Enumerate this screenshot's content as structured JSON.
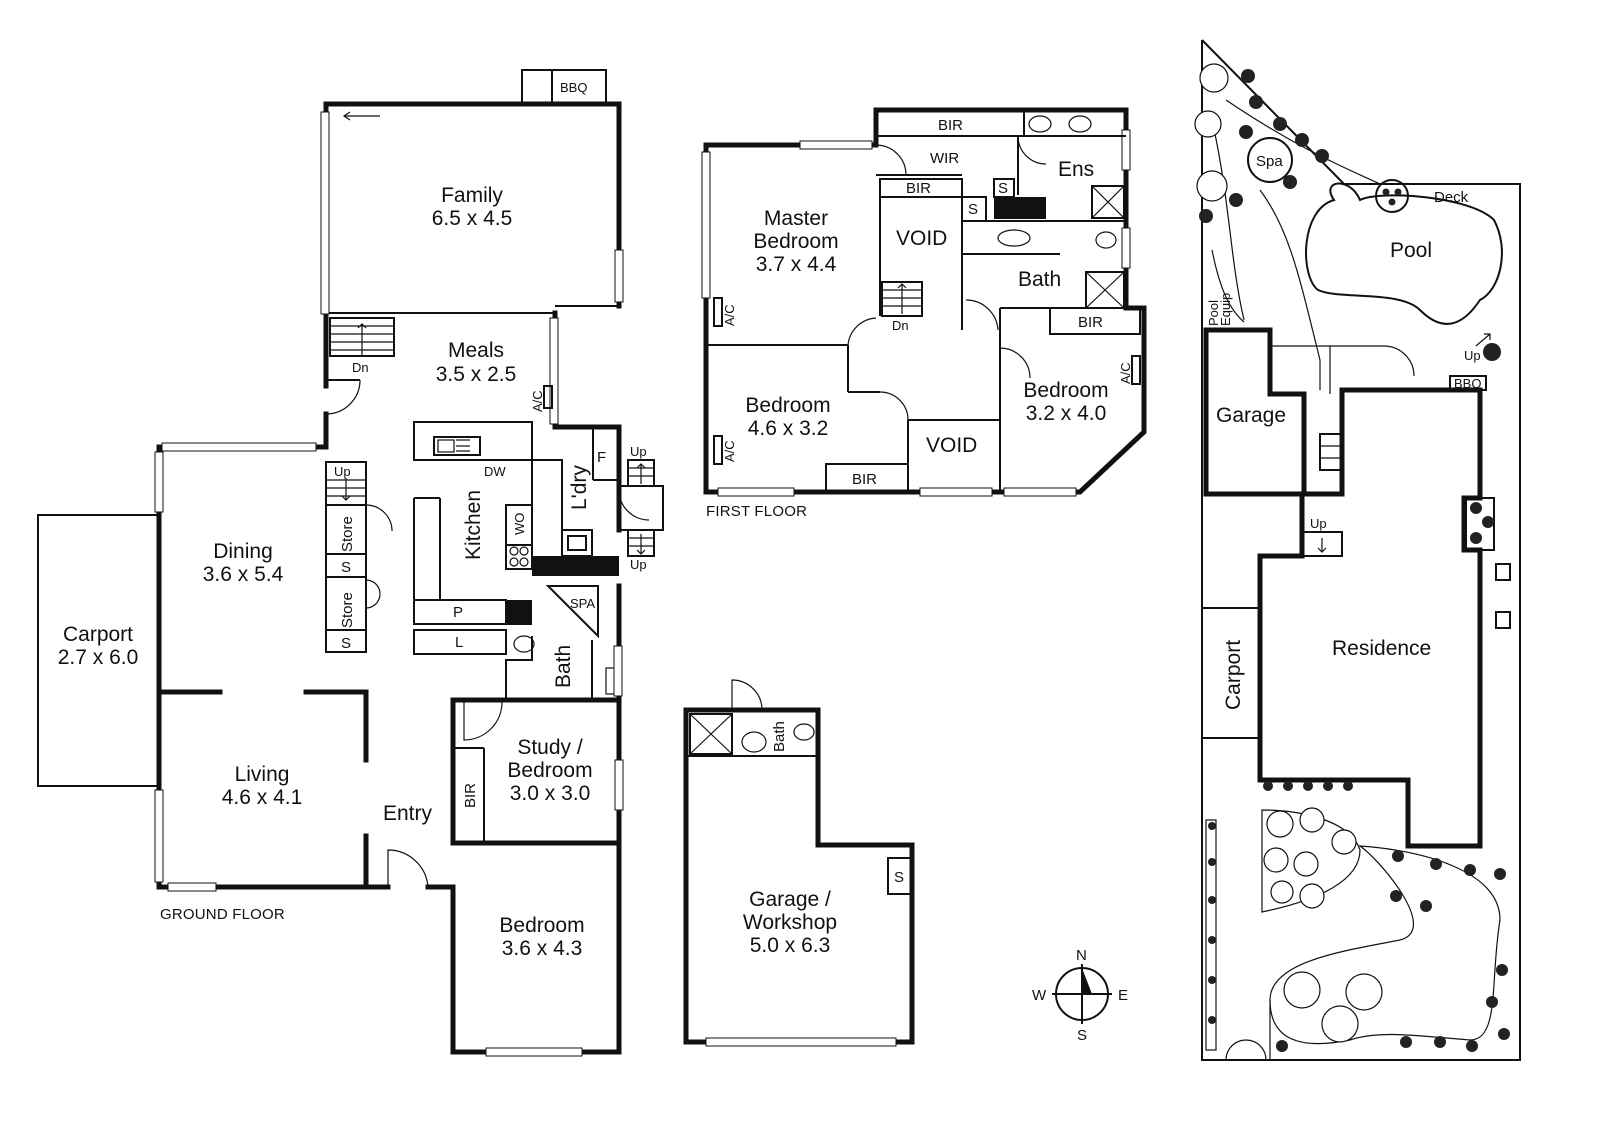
{
  "ground_floor": {
    "title": "GROUND FLOOR",
    "bbq": "BBQ",
    "family": {
      "name": "Family",
      "dims": "6.5 x 4.5"
    },
    "meals": {
      "name": "Meals",
      "dims": "3.5 x 2.5"
    },
    "dining": {
      "name": "Dining",
      "dims": "3.6 x 5.4"
    },
    "carport": {
      "name": "Carport",
      "dims": "2.7 x 6.0"
    },
    "living": {
      "name": "Living",
      "dims": "4.6 x 4.1"
    },
    "entry": "Entry",
    "study": {
      "name1": "Study /",
      "name2": "Bedroom",
      "dims": "3.0 x 3.0"
    },
    "bedroom": {
      "name": "Bedroom",
      "dims": "3.6 x 4.3"
    },
    "kitchen": "Kitchen",
    "laundry": "L'dry",
    "bath": "Bath",
    "spa": "SPA",
    "bir": "BIR",
    "store": "Store",
    "s": "S",
    "f": "F",
    "wo": "WO",
    "dw": "DW",
    "p": "P",
    "l": "L",
    "ac": "A/C",
    "up": "Up",
    "dn": "Dn"
  },
  "first_floor": {
    "title": "FIRST FLOOR",
    "master": {
      "name1": "Master",
      "name2": "Bedroom",
      "dims": "3.7 x 4.4"
    },
    "bedroom1": {
      "name": "Bedroom",
      "dims": "4.6 x 3.2"
    },
    "bedroom2": {
      "name": "Bedroom",
      "dims": "3.2 x 4.0"
    },
    "void": "VOID",
    "bath": "Bath",
    "ens": "Ens",
    "wir": "WIR",
    "bir": "BIR",
    "s": "S",
    "ac": "A/C",
    "dn": "Dn"
  },
  "garage_workshop": {
    "name1": "Garage /",
    "name2": "Workshop",
    "dims": "5.0 x 6.3",
    "bath": "Bath",
    "s": "S"
  },
  "compass": {
    "n": "N",
    "s": "S",
    "e": "E",
    "w": "W"
  },
  "site_plan": {
    "spa": "Spa",
    "deck": "Deck",
    "pool": "Pool",
    "pool_equip1": "Pool",
    "pool_equip2": "Equip",
    "up": "Up",
    "bbq": "BBQ",
    "garage": "Garage",
    "residence": "Residence",
    "carport": "Carport"
  }
}
